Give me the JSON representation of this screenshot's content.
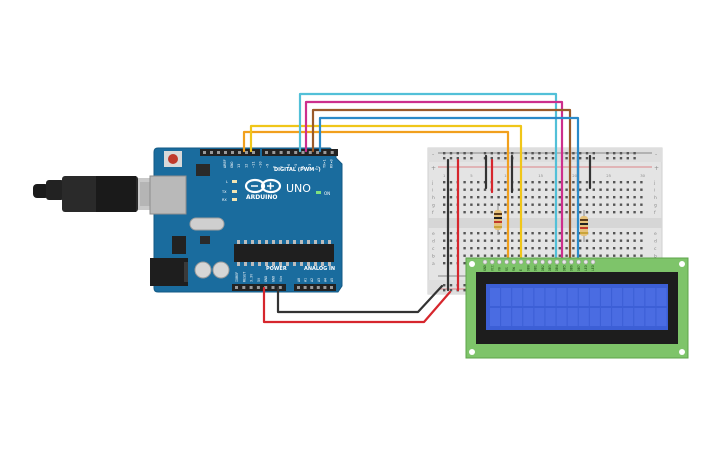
{
  "canvas": {
    "background": "#ffffff"
  },
  "arduino": {
    "board_color": "#1a6c9e",
    "brand": "ARDUINO",
    "model": "UNO",
    "digital_header_label": "DIGITAL (PWM~)",
    "on_label": "ON",
    "tx_label": "TX",
    "rx_label": "RX",
    "l_label": "L",
    "power_header_label": "POWER",
    "analog_header_label": "ANALOG IN",
    "aref_label": "AREF",
    "gnd_label": "GND",
    "digital_pins": [
      "13",
      "12",
      "~11",
      "~10",
      "~9",
      "8",
      "7",
      "~6",
      "~5",
      "4",
      "~3",
      "2",
      "TX▸1",
      "RX◂0"
    ],
    "power_pins": [
      "IOREF",
      "RESET",
      "3.3V",
      "5V",
      "GND",
      "GND",
      "Vin"
    ],
    "analog_pins": [
      "A0",
      "A1",
      "A2",
      "A3",
      "A4",
      "A5"
    ]
  },
  "breadboard": {
    "row_letters_top": [
      "j",
      "i",
      "h",
      "g",
      "f"
    ],
    "row_letters_bottom": [
      "e",
      "d",
      "c",
      "b",
      "a"
    ],
    "column_numbers": [
      "1",
      "5",
      "10",
      "15",
      "20",
      "25",
      "30"
    ],
    "rail_plus": "+",
    "rail_minus": "-"
  },
  "lcd": {
    "pcb_color": "#7ec46a",
    "screen_color": "#3c5fd6",
    "pin_labels": [
      "GND",
      "VCC",
      "V0",
      "RS",
      "RW",
      "E",
      "DB0",
      "DB1",
      "DB2",
      "DB3",
      "DB4",
      "DB5",
      "DB6",
      "DB7",
      "LED",
      "LED"
    ]
  },
  "wires": {
    "colors": {
      "red": "#d6262d",
      "black": "#333333",
      "orange": "#f1a01d",
      "yellow": "#f0c619",
      "cyan": "#52c0d8",
      "magenta": "#cc2f8d",
      "brown": "#9a5a2a",
      "blue": "#2b8ac9",
      "gray": "#8a8a8a"
    }
  }
}
